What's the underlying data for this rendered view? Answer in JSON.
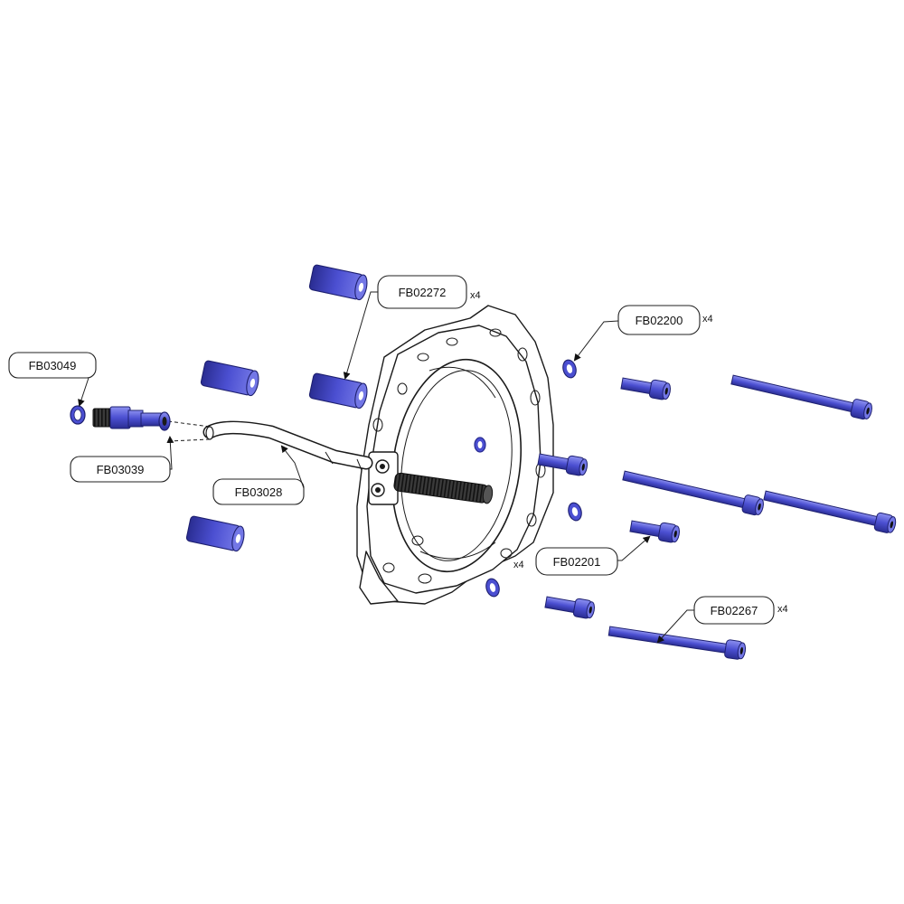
{
  "colors": {
    "part_fill": "#4b4fd1",
    "part_dark": "#2a2d92",
    "part_light": "#8c90f0",
    "line": "#1a1a1a"
  },
  "callouts": {
    "fb03049": {
      "label": "FB03049"
    },
    "fb03039": {
      "label": "FB03039"
    },
    "fb03028": {
      "label": "FB03028"
    },
    "fb02272": {
      "label": "FB02272",
      "qty": "x4"
    },
    "fb02200": {
      "label": "FB02200",
      "qty": "x4"
    },
    "fb02201": {
      "label": "FB02201",
      "qty": "x4"
    },
    "fb02267": {
      "label": "FB02267",
      "qty": "x4"
    }
  }
}
